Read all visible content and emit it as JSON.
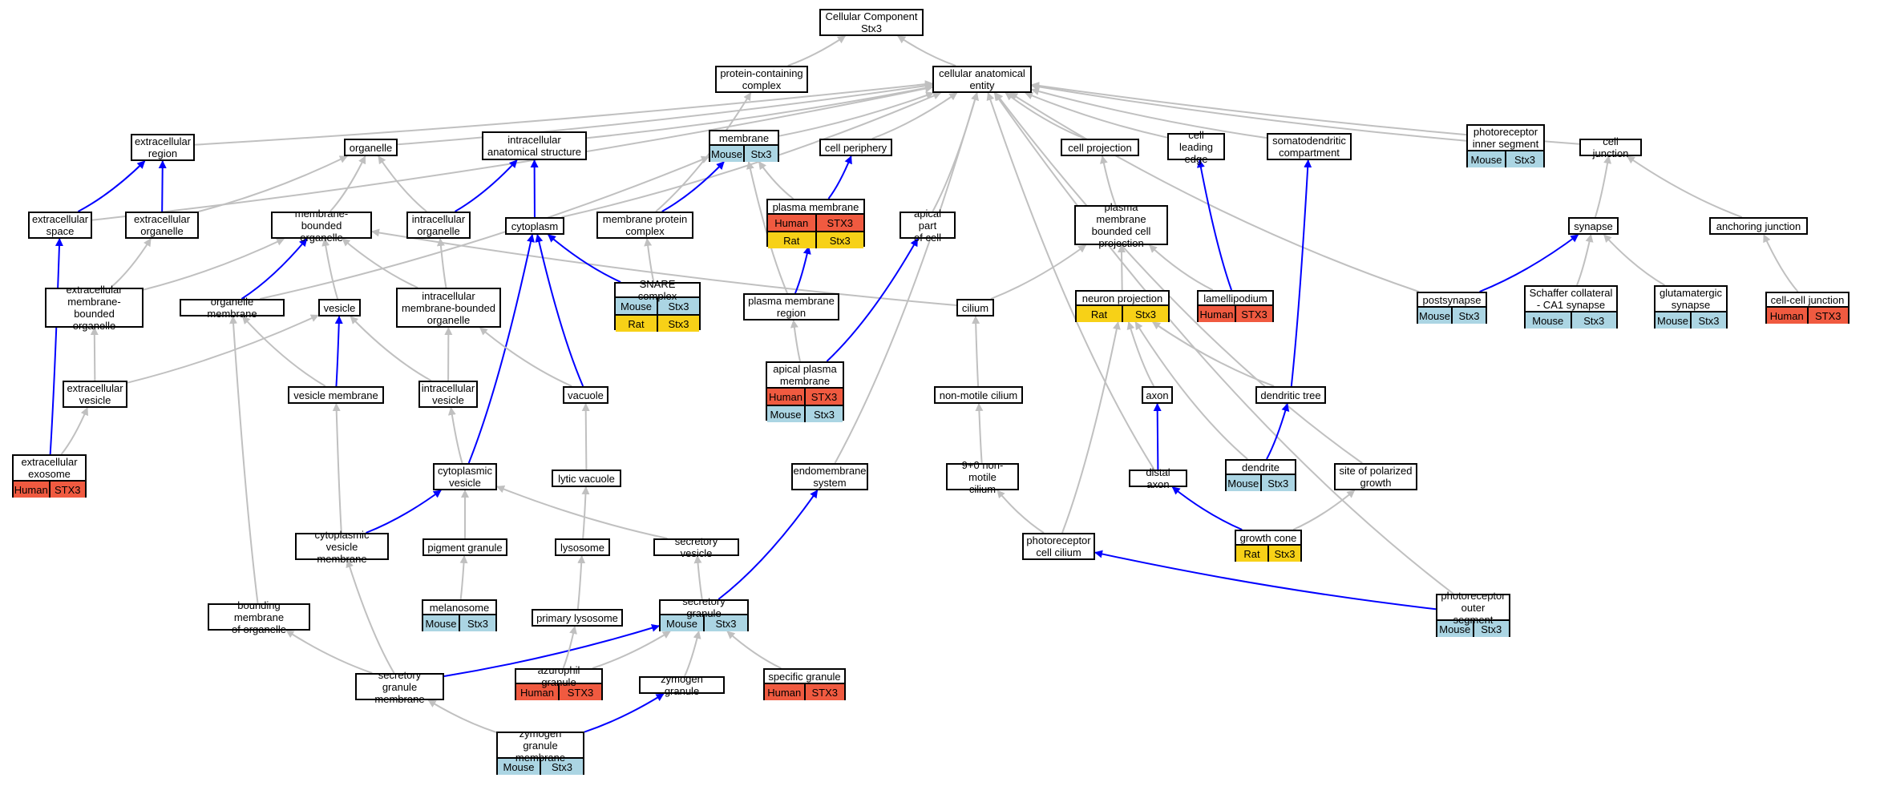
{
  "colors": {
    "Human": "#f05a40",
    "Mouse": "#abd5e3",
    "Rat": "#f7d117",
    "grey_edge": "#c0c0c0",
    "blue_edge": "#0000ff"
  },
  "nodes": [
    {
      "id": "root",
      "label": "Cellular Component\nStx3"
    },
    {
      "id": "pcc",
      "label": "protein-containing\ncomplex"
    },
    {
      "id": "cae",
      "label": "cellular anatomical\nentity"
    },
    {
      "id": "exreg",
      "label": "extracellular\nregion"
    },
    {
      "id": "organelle",
      "label": "organelle"
    },
    {
      "id": "ias",
      "label": "intracellular\nanatomical structure"
    },
    {
      "id": "membrane",
      "label": "membrane",
      "species": [
        [
          "Mouse",
          "Stx3"
        ]
      ]
    },
    {
      "id": "cellper",
      "label": "cell periphery"
    },
    {
      "id": "cellproj",
      "label": "cell projection"
    },
    {
      "id": "leadedge",
      "label": "cell leading\nedge"
    },
    {
      "id": "somato",
      "label": "somatodendritic\ncompartment"
    },
    {
      "id": "photoin",
      "label": "photoreceptor\ninner segment",
      "species": [
        [
          "Mouse",
          "Stx3"
        ]
      ]
    },
    {
      "id": "celljunc",
      "label": "cell junction"
    },
    {
      "id": "exspace",
      "label": "extracellular\nspace"
    },
    {
      "id": "exorg",
      "label": "extracellular\norganelle"
    },
    {
      "id": "mbo",
      "label": "membrane-bounded\norganelle"
    },
    {
      "id": "intorg",
      "label": "intracellular\norganelle"
    },
    {
      "id": "cytoplasm",
      "label": "cytoplasm"
    },
    {
      "id": "mpc",
      "label": "membrane protein\ncomplex"
    },
    {
      "id": "pm",
      "label": "plasma membrane",
      "species": [
        [
          "Human",
          "STX3"
        ],
        [
          "Rat",
          "Stx3"
        ]
      ]
    },
    {
      "id": "apicalpart",
      "label": "apical part\nof cell"
    },
    {
      "id": "pmbcp",
      "label": "plasma membrane\nbounded cell\nprojection"
    },
    {
      "id": "synapse",
      "label": "synapse"
    },
    {
      "id": "anchor",
      "label": "anchoring junction"
    },
    {
      "id": "exmbo",
      "label": "extracellular\nmembrane-bounded\norganelle"
    },
    {
      "id": "orgmem",
      "label": "organelle membrane"
    },
    {
      "id": "vesicle",
      "label": "vesicle"
    },
    {
      "id": "intmbo",
      "label": "intracellular\nmembrane-bounded\norganelle"
    },
    {
      "id": "snare",
      "label": "SNARE complex",
      "species": [
        [
          "Mouse",
          "Stx3"
        ],
        [
          "Rat",
          "Stx3"
        ]
      ]
    },
    {
      "id": "pmregion",
      "label": "plasma membrane\nregion"
    },
    {
      "id": "cilium",
      "label": "cilium"
    },
    {
      "id": "neuronproj",
      "label": "neuron projection",
      "species": [
        [
          "Rat",
          "Stx3"
        ]
      ]
    },
    {
      "id": "lamelli",
      "label": "lamellipodium",
      "species": [
        [
          "Human",
          "STX3"
        ]
      ]
    },
    {
      "id": "postsyn",
      "label": "postsynapse",
      "species": [
        [
          "Mouse",
          "Stx3"
        ]
      ]
    },
    {
      "id": "schaffer",
      "label": "Schaffer collateral\n- CA1 synapse",
      "species": [
        [
          "Mouse",
          "Stx3"
        ]
      ]
    },
    {
      "id": "gluta",
      "label": "glutamatergic\nsynapse",
      "species": [
        [
          "Mouse",
          "Stx3"
        ]
      ]
    },
    {
      "id": "cellcell",
      "label": "cell-cell junction",
      "species": [
        [
          "Human",
          "STX3"
        ]
      ]
    },
    {
      "id": "exves",
      "label": "extracellular\nvesicle"
    },
    {
      "id": "vesmem",
      "label": "vesicle membrane"
    },
    {
      "id": "intves",
      "label": "intracellular\nvesicle"
    },
    {
      "id": "vacuole",
      "label": "vacuole"
    },
    {
      "id": "apicalpm",
      "label": "apical plasma\nmembrane",
      "species": [
        [
          "Human",
          "STX3"
        ],
        [
          "Mouse",
          "Stx3"
        ]
      ]
    },
    {
      "id": "nmcilium",
      "label": "non-motile cilium"
    },
    {
      "id": "axon",
      "label": "axon"
    },
    {
      "id": "dtree",
      "label": "dendritic tree"
    },
    {
      "id": "exosome",
      "label": "extracellular\nexosome",
      "species": [
        [
          "Human",
          "STX3"
        ]
      ]
    },
    {
      "id": "cytves",
      "label": "cytoplasmic\nvesicle"
    },
    {
      "id": "lytic",
      "label": "lytic vacuole"
    },
    {
      "id": "endomem",
      "label": "endomembrane\nsystem"
    },
    {
      "id": "cilium90",
      "label": "9+0 non-motile\ncilium"
    },
    {
      "id": "distaxon",
      "label": "distal axon"
    },
    {
      "id": "dendrite",
      "label": "dendrite",
      "species": [
        [
          "Mouse",
          "Stx3"
        ]
      ]
    },
    {
      "id": "polgrowth",
      "label": "site of polarized\ngrowth"
    },
    {
      "id": "cvm",
      "label": "cytoplasmic\nvesicle membrane"
    },
    {
      "id": "pigment",
      "label": "pigment granule"
    },
    {
      "id": "lysosome",
      "label": "lysosome"
    },
    {
      "id": "secves",
      "label": "secretory vesicle"
    },
    {
      "id": "prcilium",
      "label": "photoreceptor\ncell cilium"
    },
    {
      "id": "growthcone",
      "label": "growth cone",
      "species": [
        [
          "Rat",
          "Stx3"
        ]
      ]
    },
    {
      "id": "melanosome",
      "label": "melanosome",
      "species": [
        [
          "Mouse",
          "Stx3"
        ]
      ]
    },
    {
      "id": "bmo",
      "label": "bounding membrane\nof organelle"
    },
    {
      "id": "primlyso",
      "label": "primary lysosome"
    },
    {
      "id": "secgran",
      "label": "secretory granule",
      "species": [
        [
          "Mouse",
          "Stx3"
        ]
      ]
    },
    {
      "id": "prouter",
      "label": "photoreceptor\nouter segment",
      "species": [
        [
          "Mouse",
          "Stx3"
        ]
      ]
    },
    {
      "id": "sgm",
      "label": "secretory granule\nmembrane"
    },
    {
      "id": "azuro",
      "label": "azurophil granule",
      "species": [
        [
          "Human",
          "STX3"
        ]
      ]
    },
    {
      "id": "zymogen",
      "label": "zymogen granule"
    },
    {
      "id": "specific",
      "label": "specific granule",
      "species": [
        [
          "Human",
          "STX3"
        ]
      ]
    },
    {
      "id": "zgm",
      "label": "zymogen granule\nmembrane",
      "species": [
        [
          "Mouse",
          "Stx3"
        ]
      ]
    }
  ],
  "edges": [
    [
      "pcc",
      "root",
      "grey"
    ],
    [
      "cae",
      "root",
      "grey"
    ],
    [
      "mpc",
      "pcc",
      "grey"
    ],
    [
      "exreg",
      "cae",
      "grey"
    ],
    [
      "organelle",
      "cae",
      "grey"
    ],
    [
      "ias",
      "cae",
      "grey"
    ],
    [
      "membrane",
      "cae",
      "grey"
    ],
    [
      "cellper",
      "cae",
      "grey"
    ],
    [
      "cellproj",
      "cae",
      "grey"
    ],
    [
      "leadedge",
      "cae",
      "grey"
    ],
    [
      "somato",
      "cae",
      "grey"
    ],
    [
      "photoin",
      "cae",
      "grey"
    ],
    [
      "celljunc",
      "cae",
      "grey"
    ],
    [
      "exspace",
      "cae",
      "grey"
    ],
    [
      "cytoplasm",
      "cae",
      "grey"
    ],
    [
      "apicalpart",
      "cae",
      "grey"
    ],
    [
      "endomem",
      "cae",
      "grey"
    ],
    [
      "prouter",
      "cae",
      "grey"
    ],
    [
      "postsyn",
      "cae",
      "grey"
    ],
    [
      "polgrowth",
      "cae",
      "grey"
    ],
    [
      "distaxon",
      "cae",
      "grey"
    ],
    [
      "exspace",
      "exreg",
      "blue"
    ],
    [
      "exorg",
      "exreg",
      "blue"
    ],
    [
      "exorg",
      "organelle",
      "grey"
    ],
    [
      "mbo",
      "organelle",
      "grey"
    ],
    [
      "intorg",
      "organelle",
      "grey"
    ],
    [
      "intorg",
      "ias",
      "blue"
    ],
    [
      "cytoplasm",
      "ias",
      "blue"
    ],
    [
      "mpc",
      "membrane",
      "blue"
    ],
    [
      "orgmem",
      "membrane",
      "grey"
    ],
    [
      "pm",
      "membrane",
      "grey"
    ],
    [
      "pmregion",
      "membrane",
      "grey"
    ],
    [
      "pm",
      "cellper",
      "blue"
    ],
    [
      "pmbcp",
      "cellproj",
      "grey"
    ],
    [
      "lamelli",
      "leadedge",
      "blue"
    ],
    [
      "dtree",
      "somato",
      "blue"
    ],
    [
      "synapse",
      "celljunc",
      "grey"
    ],
    [
      "anchor",
      "celljunc",
      "grey"
    ],
    [
      "exosome",
      "exspace",
      "blue"
    ],
    [
      "exmbo",
      "exorg",
      "grey"
    ],
    [
      "exmbo",
      "mbo",
      "grey"
    ],
    [
      "orgmem",
      "mbo",
      "blue"
    ],
    [
      "vesicle",
      "mbo",
      "grey"
    ],
    [
      "intmbo",
      "mbo",
      "grey"
    ],
    [
      "cilium",
      "mbo",
      "grey"
    ],
    [
      "intmbo",
      "intorg",
      "grey"
    ],
    [
      "snare",
      "cytoplasm",
      "blue"
    ],
    [
      "vacuole",
      "cytoplasm",
      "blue"
    ],
    [
      "cytves",
      "cytoplasm",
      "blue"
    ],
    [
      "snare",
      "mpc",
      "grey"
    ],
    [
      "pmregion",
      "pm",
      "blue"
    ],
    [
      "apicalpm",
      "pmregion",
      "grey"
    ],
    [
      "apicalpm",
      "apicalpart",
      "blue"
    ],
    [
      "cilium",
      "pmbcp",
      "grey"
    ],
    [
      "neuronproj",
      "pmbcp",
      "grey"
    ],
    [
      "lamelli",
      "pmbcp",
      "grey"
    ],
    [
      "postsyn",
      "synapse",
      "blue"
    ],
    [
      "schaffer",
      "synapse",
      "grey"
    ],
    [
      "gluta",
      "synapse",
      "grey"
    ],
    [
      "cellcell",
      "anchor",
      "grey"
    ],
    [
      "exves",
      "exmbo",
      "grey"
    ],
    [
      "exves",
      "vesicle",
      "grey"
    ],
    [
      "vesmem",
      "vesicle",
      "blue"
    ],
    [
      "vesmem",
      "orgmem",
      "grey"
    ],
    [
      "intves",
      "vesicle",
      "grey"
    ],
    [
      "intves",
      "intmbo",
      "grey"
    ],
    [
      "vacuole",
      "intmbo",
      "grey"
    ],
    [
      "nmcilium",
      "cilium",
      "grey"
    ],
    [
      "axon",
      "neuronproj",
      "grey"
    ],
    [
      "dtree",
      "neuronproj",
      "grey"
    ],
    [
      "dendrite",
      "neuronproj",
      "grey"
    ],
    [
      "prcilium",
      "neuronproj",
      "grey"
    ],
    [
      "dendrite",
      "dtree",
      "blue"
    ],
    [
      "exosome",
      "exves",
      "grey"
    ],
    [
      "cytves",
      "intves",
      "grey"
    ],
    [
      "lytic",
      "vacuole",
      "grey"
    ],
    [
      "cilium90",
      "nmcilium",
      "grey"
    ],
    [
      "distaxon",
      "axon",
      "blue"
    ],
    [
      "cvm",
      "cytves",
      "blue"
    ],
    [
      "cvm",
      "vesmem",
      "grey"
    ],
    [
      "pigment",
      "cytves",
      "grey"
    ],
    [
      "secves",
      "cytves",
      "grey"
    ],
    [
      "lysosome",
      "lytic",
      "grey"
    ],
    [
      "prcilium",
      "cilium90",
      "grey"
    ],
    [
      "growthcone",
      "distaxon",
      "blue"
    ],
    [
      "growthcone",
      "polgrowth",
      "grey"
    ],
    [
      "melanosome",
      "pigment",
      "grey"
    ],
    [
      "bmo",
      "orgmem",
      "grey"
    ],
    [
      "primlyso",
      "lysosome",
      "grey"
    ],
    [
      "secgran",
      "secves",
      "grey"
    ],
    [
      "secgran",
      "endomem",
      "blue"
    ],
    [
      "prouter",
      "prcilium",
      "blue"
    ],
    [
      "sgm",
      "secgran",
      "blue"
    ],
    [
      "sgm",
      "bmo",
      "grey"
    ],
    [
      "sgm",
      "cvm",
      "grey"
    ],
    [
      "azuro",
      "primlyso",
      "grey"
    ],
    [
      "azuro",
      "secgran",
      "grey"
    ],
    [
      "zymogen",
      "secgran",
      "grey"
    ],
    [
      "specific",
      "secgran",
      "grey"
    ],
    [
      "zgm",
      "zymogen",
      "blue"
    ],
    [
      "zgm",
      "sgm",
      "grey"
    ]
  ]
}
